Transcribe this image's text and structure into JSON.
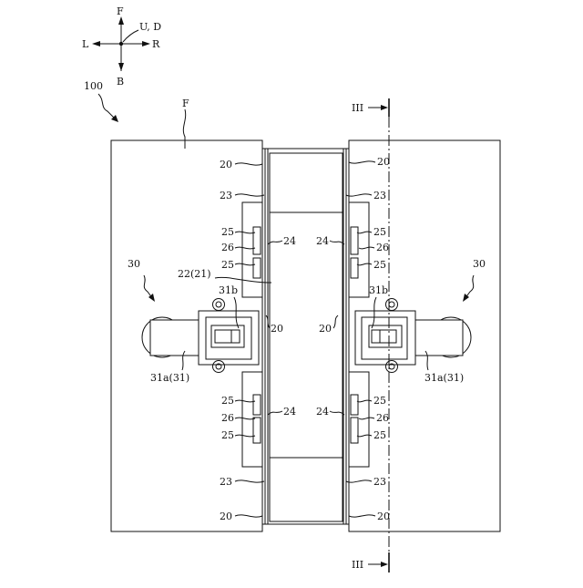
{
  "compass": {
    "front": "F",
    "back": "B",
    "left": "L",
    "right": "R",
    "updown": "U, D"
  },
  "labels": {
    "device": "100",
    "floor": "F",
    "section_top": "III",
    "section_bottom": "III",
    "rail": "20",
    "bracket": "23",
    "bolt": "25",
    "plate": "26",
    "slider": "24",
    "carriage": "22(21)",
    "handle_assembly": "30",
    "handle_part_b": "31b",
    "handle_part_a": "31a(31)"
  }
}
